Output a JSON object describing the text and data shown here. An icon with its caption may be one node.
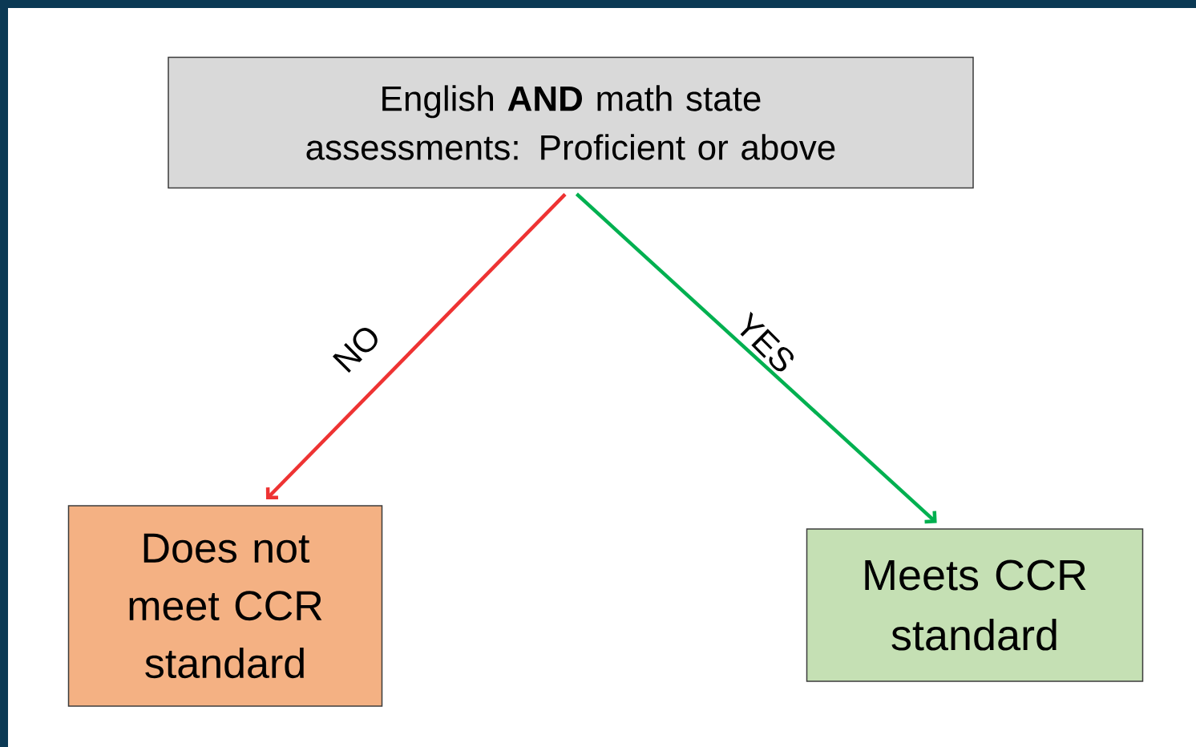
{
  "diagram": {
    "nodes": [
      {
        "text": [
          "English **AND** math state assessments: Proficient or above"
        ]
      },
      {
        "text": [
          "Does not meet CCR standard"
        ]
      },
      {
        "text": [
          "Meets CCR standard"
        ]
      }
    ],
    "edges": [
      {
        "from": 0,
        "to": 1,
        "arrow": "to",
        "label": "NO",
        "color": "#ee3333"
      },
      {
        "from": 0,
        "to": 2,
        "arrow": "to",
        "label": "YES",
        "color": "#00b050"
      }
    ]
  }
}
